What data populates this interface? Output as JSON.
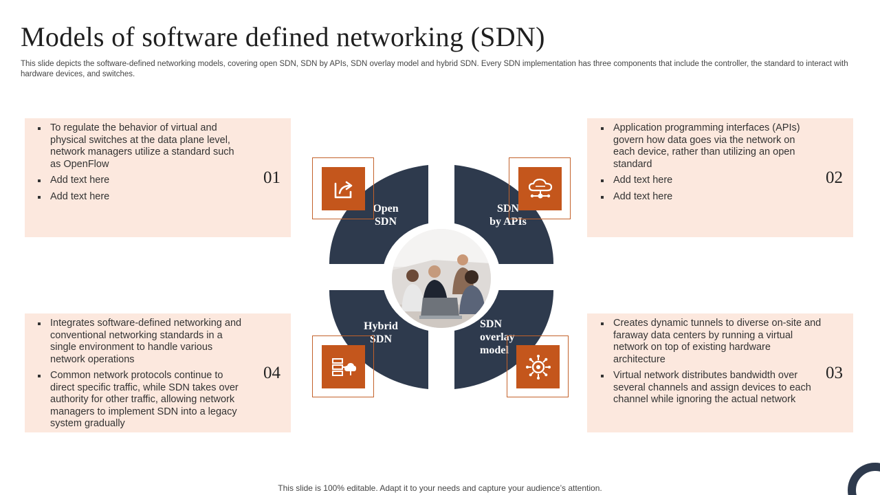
{
  "slide": {
    "title": "Models of software defined networking (SDN)",
    "subtitle": "This slide depicts the software-defined networking models, covering open SDN, SDN by APIs, SDN overlay model and hybrid SDN. Every SDN implementation has three components that include the controller, the standard to interact with hardware devices, and switches.",
    "footer": "This slide is 100% editable. Adapt it to your needs and capture your audience’s attention."
  },
  "colors": {
    "navy": "#2e3a4d",
    "accent": "#c4561c",
    "panel": "#fce8de"
  },
  "quadrants": {
    "open_sdn": {
      "label_line1": "Open",
      "label_line2": "SDN",
      "icon": "share-arrow-icon"
    },
    "sdn_apis": {
      "label_line1": "SDN",
      "label_line2": "by APIs",
      "icon": "cloud-network-icon"
    },
    "overlay": {
      "label_line1": "SDN",
      "label_line2": "overlay",
      "label_line3": "model",
      "icon": "gear-network-icon"
    },
    "hybrid": {
      "label_line1": "Hybrid",
      "label_line2": "SDN",
      "icon": "server-cloud-icon"
    }
  },
  "panels": {
    "p1": {
      "number": "01",
      "bullets": [
        "To regulate the behavior of virtual and physical switches at the data plane level, network managers utilize a standard such as OpenFlow",
        "Add text here",
        "Add text here"
      ]
    },
    "p2": {
      "number": "02",
      "bullets": [
        "Application programming interfaces (APIs) govern how data goes via the network on each device, rather than utilizing an open standard",
        "Add text here",
        "Add text here"
      ]
    },
    "p3": {
      "number": "03",
      "bullets": [
        "Creates dynamic tunnels to diverse on-site and faraway data centers by running a virtual network on top of existing hardware architecture",
        "Virtual network distributes bandwidth over several channels and assign devices to each channel while ignoring the actual network"
      ]
    },
    "p4": {
      "number": "04",
      "bullets": [
        "Integrates software-defined networking and conventional networking standards in a single environment to handle various network operations",
        "Common network protocols continue to direct specific traffic, while SDN takes over authority for other traffic, allowing network managers to implement SDN into a legacy system gradually"
      ]
    }
  }
}
